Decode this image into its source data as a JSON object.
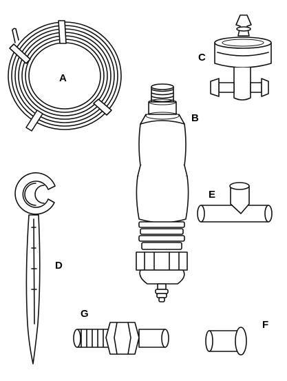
{
  "parts": [
    {
      "id": "A",
      "label": "A",
      "icon": "tubing-coil-icon"
    },
    {
      "id": "B",
      "label": "B",
      "icon": "pressure-regulator-filter-icon"
    },
    {
      "id": "C",
      "label": "C",
      "icon": "drip-emitter-icon"
    },
    {
      "id": "D",
      "label": "D",
      "icon": "tubing-stake-icon"
    },
    {
      "id": "E",
      "label": "E",
      "icon": "tee-connector-icon"
    },
    {
      "id": "F",
      "label": "F",
      "icon": "end-plug-icon"
    },
    {
      "id": "G",
      "label": "G",
      "icon": "threaded-adapter-icon"
    }
  ]
}
